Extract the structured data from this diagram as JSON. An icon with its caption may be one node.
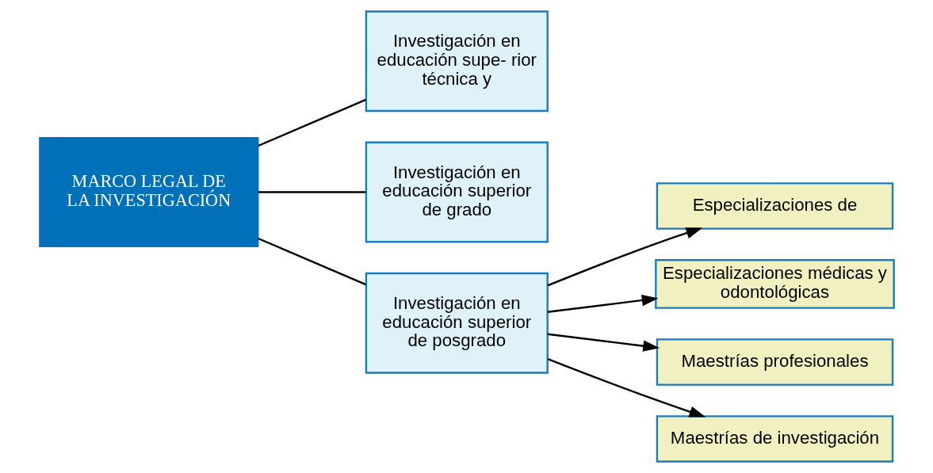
{
  "diagram": {
    "nodes": [
      {
        "text": [
          "MARCO LEGAL DE LA INVESTIGACIÓN"
        ]
      },
      {
        "text": [
          "Investigación en educación supe- rior técnica y"
        ]
      },
      {
        "text": [
          "Investigación en educación superior de grado"
        ]
      },
      {
        "text": [
          "Investigación en educación superior de posgrado"
        ]
      },
      {
        "text": [
          "Especializaciones de"
        ]
      },
      {
        "text": [
          "Especializaciones médicas y odontológicas"
        ]
      },
      {
        "text": [
          "Maestrías profesionales"
        ]
      },
      {
        "text": [
          "Maestrías de investigación"
        ]
      }
    ],
    "edges": [
      {
        "from": 0,
        "to": 1,
        "arrow": "none"
      },
      {
        "from": 0,
        "to": 2,
        "arrow": "none"
      },
      {
        "from": 0,
        "to": 3,
        "arrow": "none"
      },
      {
        "from": 3,
        "to": 4,
        "arrow": "to"
      },
      {
        "from": 3,
        "to": 5,
        "arrow": "to"
      },
      {
        "from": 3,
        "to": 6,
        "arrow": "to"
      },
      {
        "from": 3,
        "to": 7,
        "arrow": "to"
      }
    ]
  }
}
